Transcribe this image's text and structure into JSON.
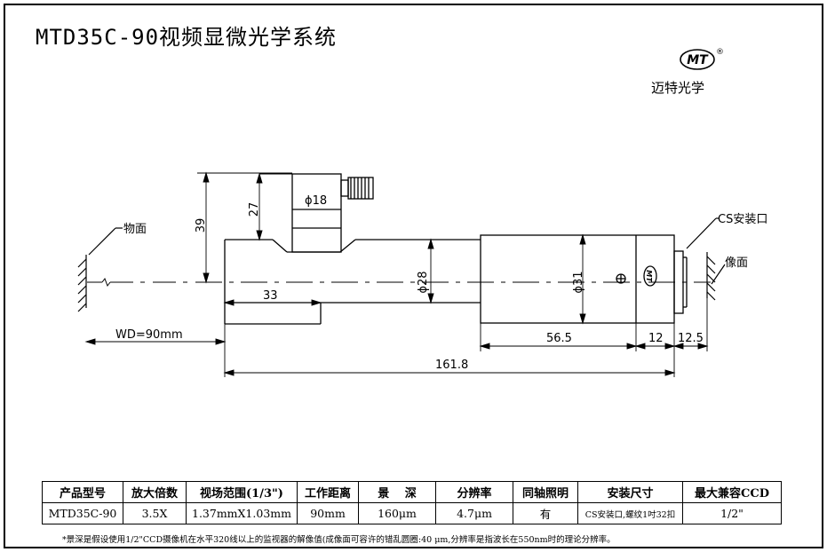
{
  "title": "MTD35C-90视频显微光学系统",
  "brand": {
    "logo_text": "MT",
    "registered": "®",
    "name": "迈特光学"
  },
  "drawing": {
    "object_label": "物面",
    "image_label": "像面",
    "cs_label": "CS安装口",
    "wd_label": "WD=90mm",
    "dims": {
      "d18": "ϕ18",
      "d28": "ϕ28",
      "d31": "ϕ31",
      "h27": "27",
      "h39": "39",
      "l33": "33",
      "l56": "56.5",
      "l12": "12",
      "l125": "12.5",
      "l161": "161.8"
    },
    "body_mark": "MT"
  },
  "table": {
    "headers": [
      "产品型号",
      "放大倍数",
      "视场范围(1/3\")",
      "工作距离",
      "景　 深",
      "分辨率",
      "同轴照明",
      "安装尺寸",
      "最大兼容CCD"
    ],
    "row": [
      "MTD35C-90",
      "3.5X",
      "1.37mmX1.03mm",
      "90mm",
      "160μm",
      "4.7μm",
      "有",
      "CS安装口,螺纹1吋32扣",
      "1/2\""
    ]
  },
  "note": "*景深是假设使用1/2\"CCD摄像机在水平320线以上的监视器的解像值(成像面可容许的错乱圆圈:40 μm,分辨率是指波长在550nm时的理论分辨率。"
}
